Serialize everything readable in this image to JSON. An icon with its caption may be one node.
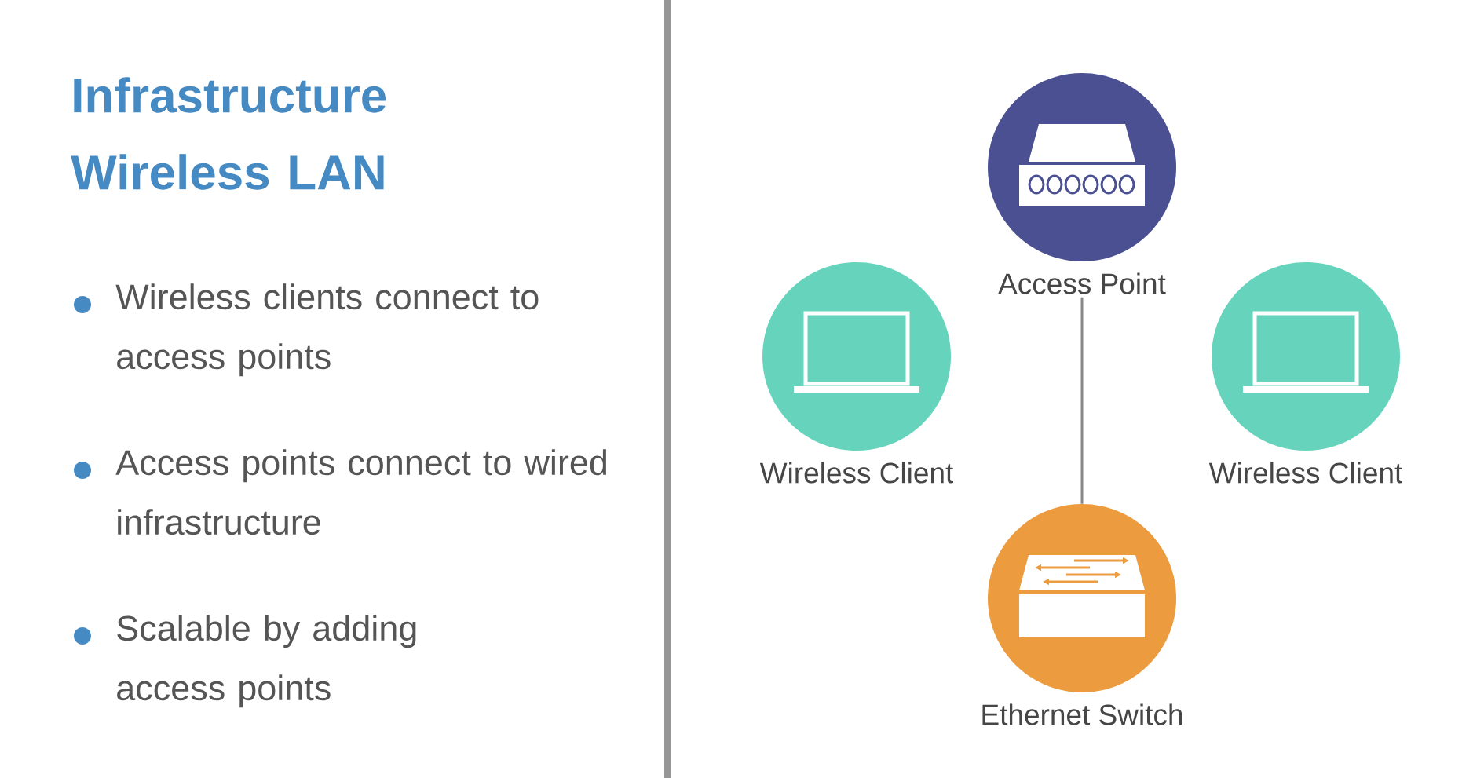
{
  "diagram": {
    "title": "Infrastructure Wireless LAN",
    "nodes": [
      {
        "text": [
          "Access Point"
        ]
      },
      {
        "text": [
          "Wireless Client"
        ]
      },
      {
        "text": [
          "Wireless Client"
        ]
      },
      {
        "text": [
          "Ethernet Switch"
        ]
      }
    ],
    "edges": [
      {
        "from": 0,
        "to": 3,
        "arrow": "none"
      }
    ],
    "labels": [
      "Wireless clients connect to access points",
      "Access points connect to wired infrastructure",
      "Scalable by adding access points"
    ]
  }
}
